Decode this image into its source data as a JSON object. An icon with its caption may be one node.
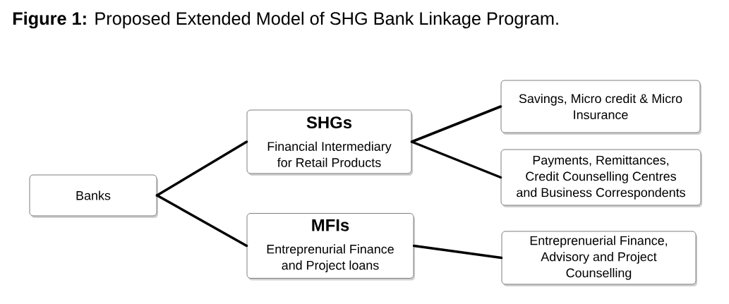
{
  "diagram": {
    "title": "**Figure 1:** Proposed Extended Model of SHG Bank Linkage Program.",
    "nodes": [
      {
        "text": [
          "Banks"
        ]
      },
      {
        "text": [
          "SHGs",
          "Financial Intermediary for Retail Products"
        ]
      },
      {
        "text": [
          "MFIs",
          "Entreprenurial Finance and Project loans"
        ]
      },
      {
        "text": [
          "Savings, Micro credit & Micro Insurance"
        ]
      },
      {
        "text": [
          "Payments, Remittances, Credit Counselling Centres and Business Correspondents"
        ]
      },
      {
        "text": [
          "Entreprenuerial Finance, Advisory and Project Counselling"
        ]
      }
    ],
    "edges": [
      {
        "from": 0,
        "to": 1,
        "arrow": "none"
      },
      {
        "from": 0,
        "to": 2,
        "arrow": "none"
      },
      {
        "from": 1,
        "to": 3,
        "arrow": "none"
      },
      {
        "from": 1,
        "to": 4,
        "arrow": "none"
      },
      {
        "from": 2,
        "to": 5,
        "arrow": "none"
      }
    ]
  }
}
